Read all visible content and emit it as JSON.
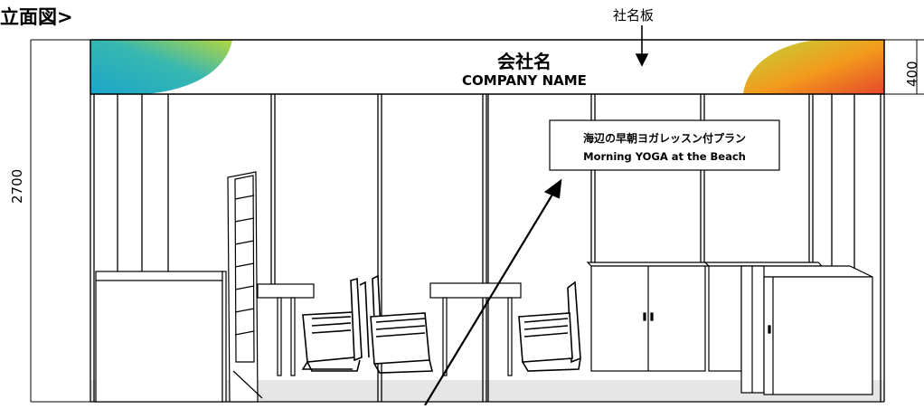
{
  "heading": "立面図>",
  "fascia": {
    "callout": "社名板",
    "company_jp": "会社名",
    "company_en": "COMPANY NAME",
    "gradient_left": [
      "#22b6c6",
      "#2f8bd0",
      "#a8d64a"
    ],
    "gradient_right": [
      "#f29a1e",
      "#e8531c",
      "#b8d432"
    ]
  },
  "sign": {
    "line1": "海辺の早朝ヨガレッスン付プラン",
    "line2": "Morning YOGA at the Beach"
  },
  "dimensions": {
    "height": "2700",
    "fascia_height": "400"
  },
  "colors": {
    "line": "#000000",
    "floor": "#e6e6e6"
  }
}
